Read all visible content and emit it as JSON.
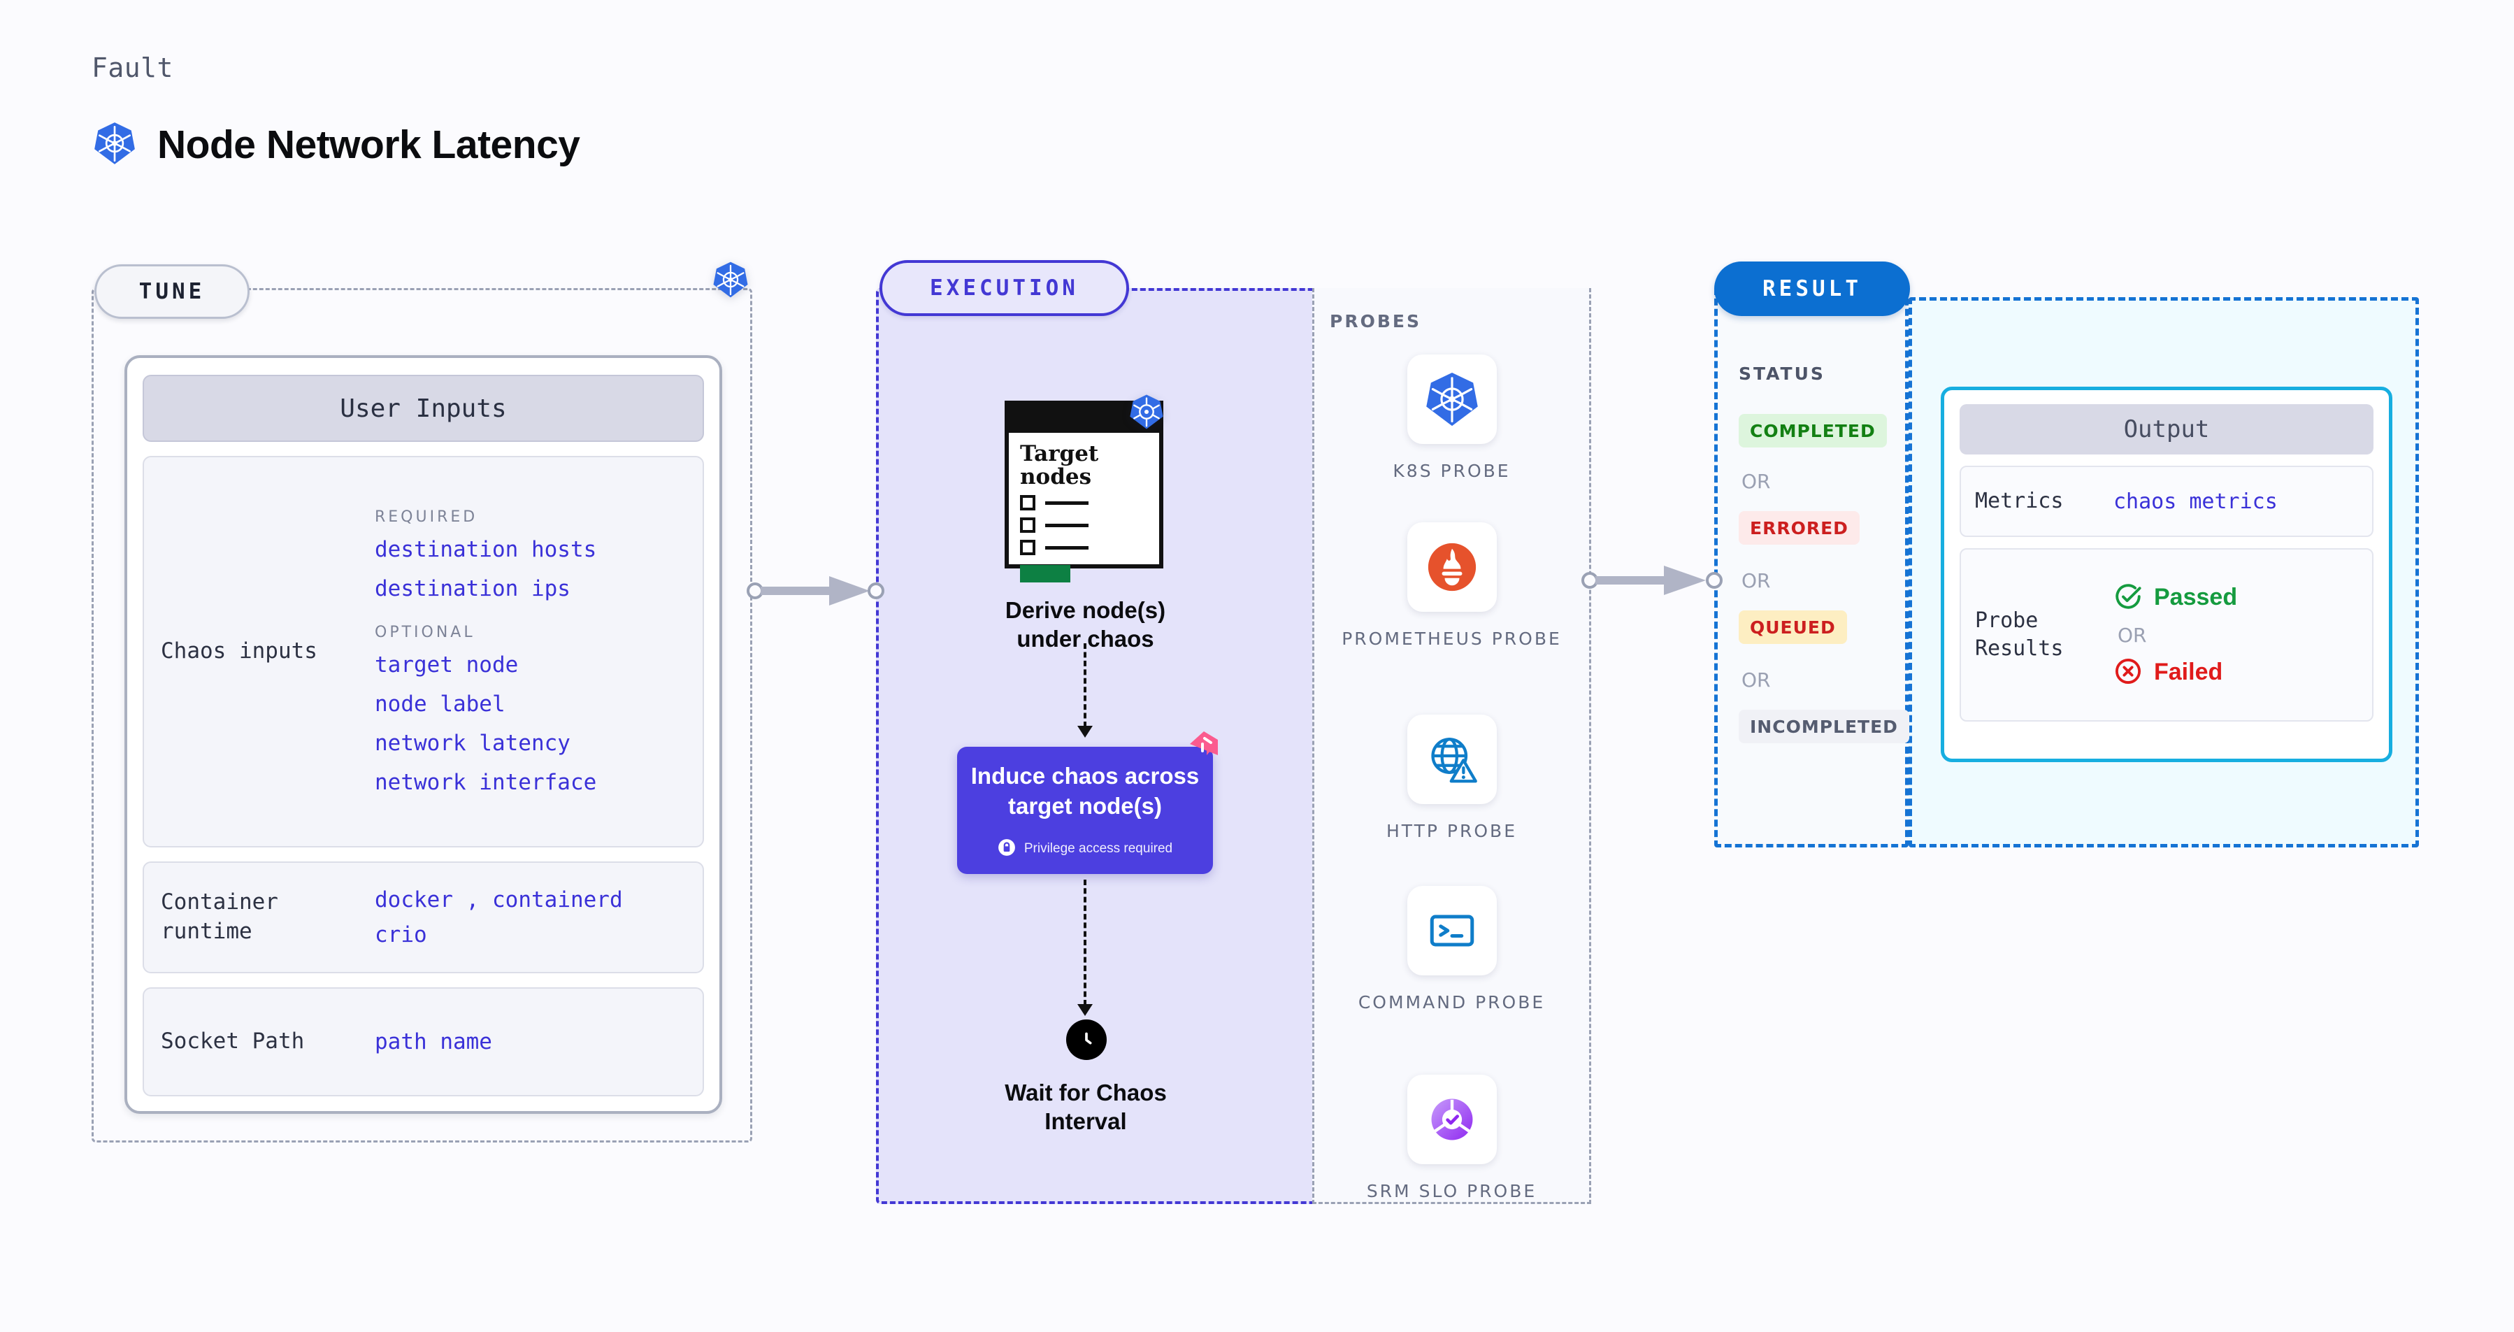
{
  "header": {
    "kicker": "Fault",
    "title": "Node Network Latency",
    "icon": "kubernetes-icon"
  },
  "tune": {
    "pill_label": "TUNE",
    "badge_icon": "kubernetes-icon",
    "card_title": "User Inputs",
    "rows": [
      {
        "label": "Chaos inputs",
        "groups": [
          {
            "heading": "REQUIRED",
            "values": [
              "destination hosts",
              "destination ips"
            ]
          },
          {
            "heading": "OPTIONAL",
            "values": [
              "target node",
              "node label",
              "network latency",
              "network interface"
            ]
          }
        ]
      },
      {
        "label": "Container runtime",
        "values_line1": "docker",
        "separator": ",",
        "values_line1b": "containerd",
        "values_line2": "crio"
      },
      {
        "label": "Socket Path",
        "value": "path name"
      }
    ]
  },
  "execution": {
    "pill_label": "EXECUTION",
    "steps": [
      {
        "name": "derive-nodes",
        "card_title": "Target nodes",
        "badge_icon": "kubernetes-icon",
        "caption": "Derive node(s)\nunder chaos"
      },
      {
        "name": "induce-chaos",
        "title": "Induce chaos across target node(s)",
        "note": "Privilege access required",
        "note_icon": "lock-icon",
        "corner_icon": "litmus-chaos-icon"
      },
      {
        "name": "wait-interval",
        "icon": "clock-icon",
        "caption": "Wait for Chaos\nInterval"
      }
    ],
    "probes": {
      "title": "PROBES",
      "items": [
        {
          "label": "K8S PROBE",
          "icon": "kubernetes-icon"
        },
        {
          "label": "PROMETHEUS PROBE",
          "icon": "prometheus-icon"
        },
        {
          "label": "HTTP PROBE",
          "icon": "globe-warning-icon"
        },
        {
          "label": "COMMAND PROBE",
          "icon": "terminal-icon"
        },
        {
          "label": "SRM SLO PROBE",
          "icon": "srm-slo-icon"
        }
      ]
    }
  },
  "result": {
    "pill_label": "RESULT",
    "status_title": "STATUS",
    "or_label": "OR",
    "statuses": [
      {
        "label": "COMPLETED",
        "bg": "#ddf5dd",
        "fg": "#138013"
      },
      {
        "label": "ERRORED",
        "bg": "#fdeaea",
        "fg": "#cc1f1f"
      },
      {
        "label": "QUEUED",
        "bg": "#fdeec2",
        "fg": "#cc1f1f"
      },
      {
        "label": "INCOMPLETED",
        "bg": "#f0f1f6",
        "fg": "#555c70"
      }
    ],
    "output": {
      "title": "Output",
      "metrics_label": "Metrics",
      "metrics_value": "chaos metrics",
      "probe_results_label": "Probe Results",
      "passed_label": "Passed",
      "failed_label": "Failed",
      "or_label": "OR",
      "passed_icon": "check-circle-icon",
      "failed_icon": "x-circle-icon"
    }
  },
  "connectors": [
    {
      "name": "tune-to-execution",
      "icon": "arrow-right-icon"
    },
    {
      "name": "execution-to-result",
      "icon": "arrow-right-icon"
    }
  ],
  "colors": {
    "accent_purple": "#4338d4",
    "accent_blue": "#0c6fd1",
    "k8s_blue": "#326ce5",
    "chaos_pink": "#fb5b8f",
    "success_green": "#159b3f",
    "error_red": "#e01b1b"
  }
}
